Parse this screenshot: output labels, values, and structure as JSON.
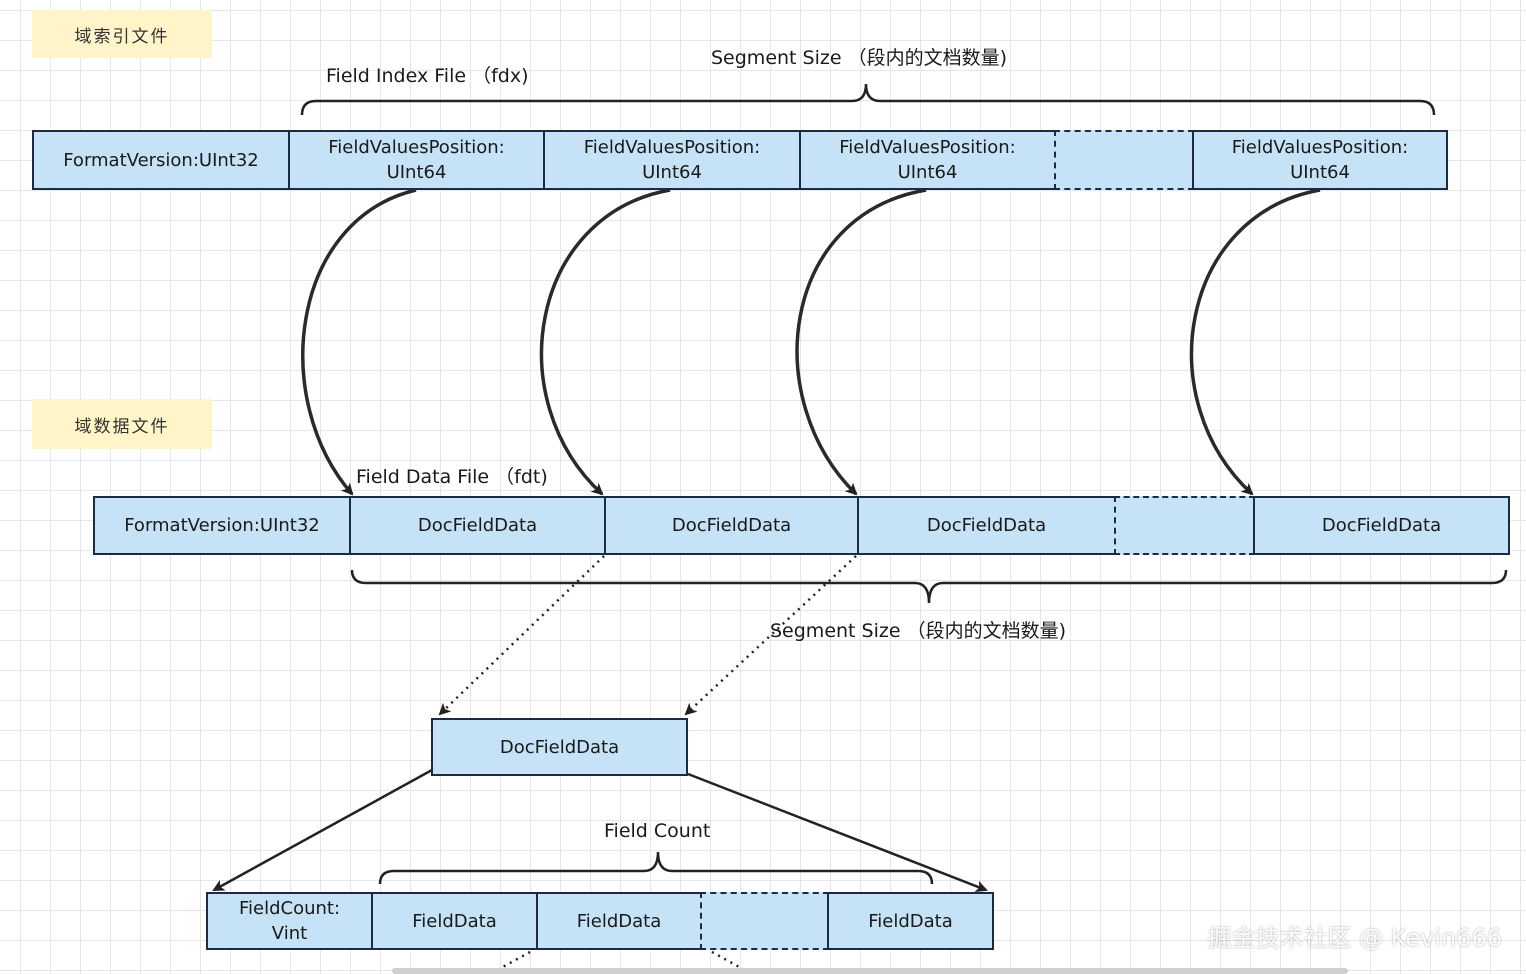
{
  "notes": {
    "index": "域索引文件",
    "data": "域数据文件"
  },
  "labels": {
    "fdx": "Field Index File （fdx)",
    "segment_top": "Segment Size （段内的文档数量)",
    "fdt": "Field Data File （fdt)",
    "segment_mid": "Segment Size （段内的文档数量)",
    "field_count": "Field Count"
  },
  "index_row": [
    "FormatVersion:UInt32",
    "FieldValuesPosition:\nUInt64",
    "FieldValuesPosition:\nUInt64",
    "FieldValuesPosition:\nUInt64",
    "",
    "FieldValuesPosition:\nUInt64"
  ],
  "data_row": [
    "FormatVersion:UInt32",
    "DocFieldData",
    "DocFieldData",
    "DocFieldData",
    "",
    "DocFieldData"
  ],
  "doc_box": "DocFieldData",
  "field_row": [
    "FieldCount:\nVint",
    "FieldData",
    "FieldData",
    "",
    "FieldData"
  ],
  "watermark": "掘金技术社区 @ Kevin666",
  "colors": {
    "box_fill": "#c5e2f7",
    "box_border": "#1c2a44",
    "note_fill": "#fff5c8"
  }
}
